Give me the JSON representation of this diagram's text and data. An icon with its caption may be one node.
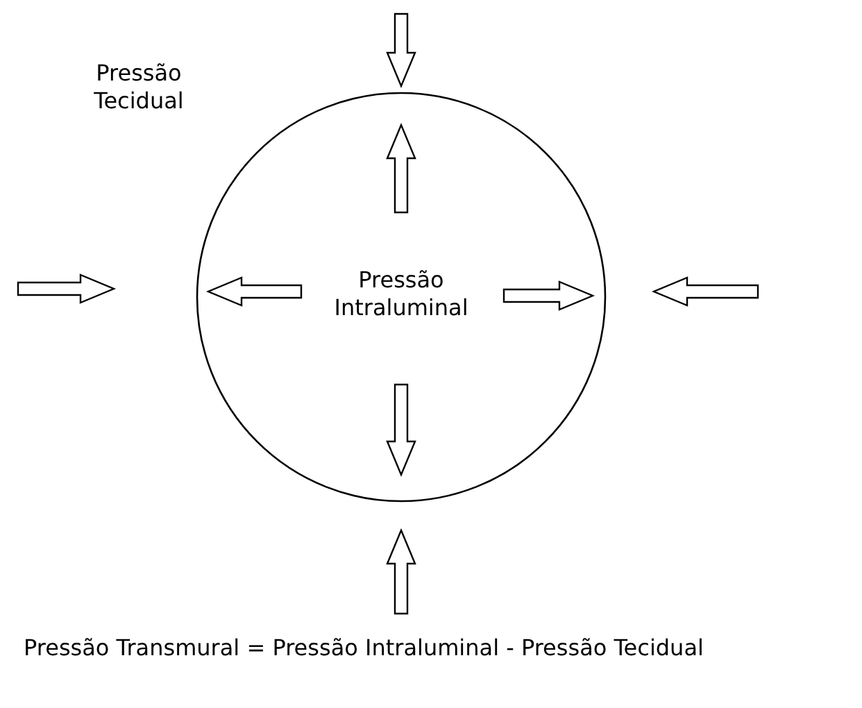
{
  "diagram": {
    "nodes": [
      {
        "text": [
          "Pressão Intraluminal"
        ]
      }
    ],
    "labels": [
      "Pressão Tecidual",
      "Pressão Transmural = Pressão Intraluminal - Pressão Tecidual"
    ]
  }
}
